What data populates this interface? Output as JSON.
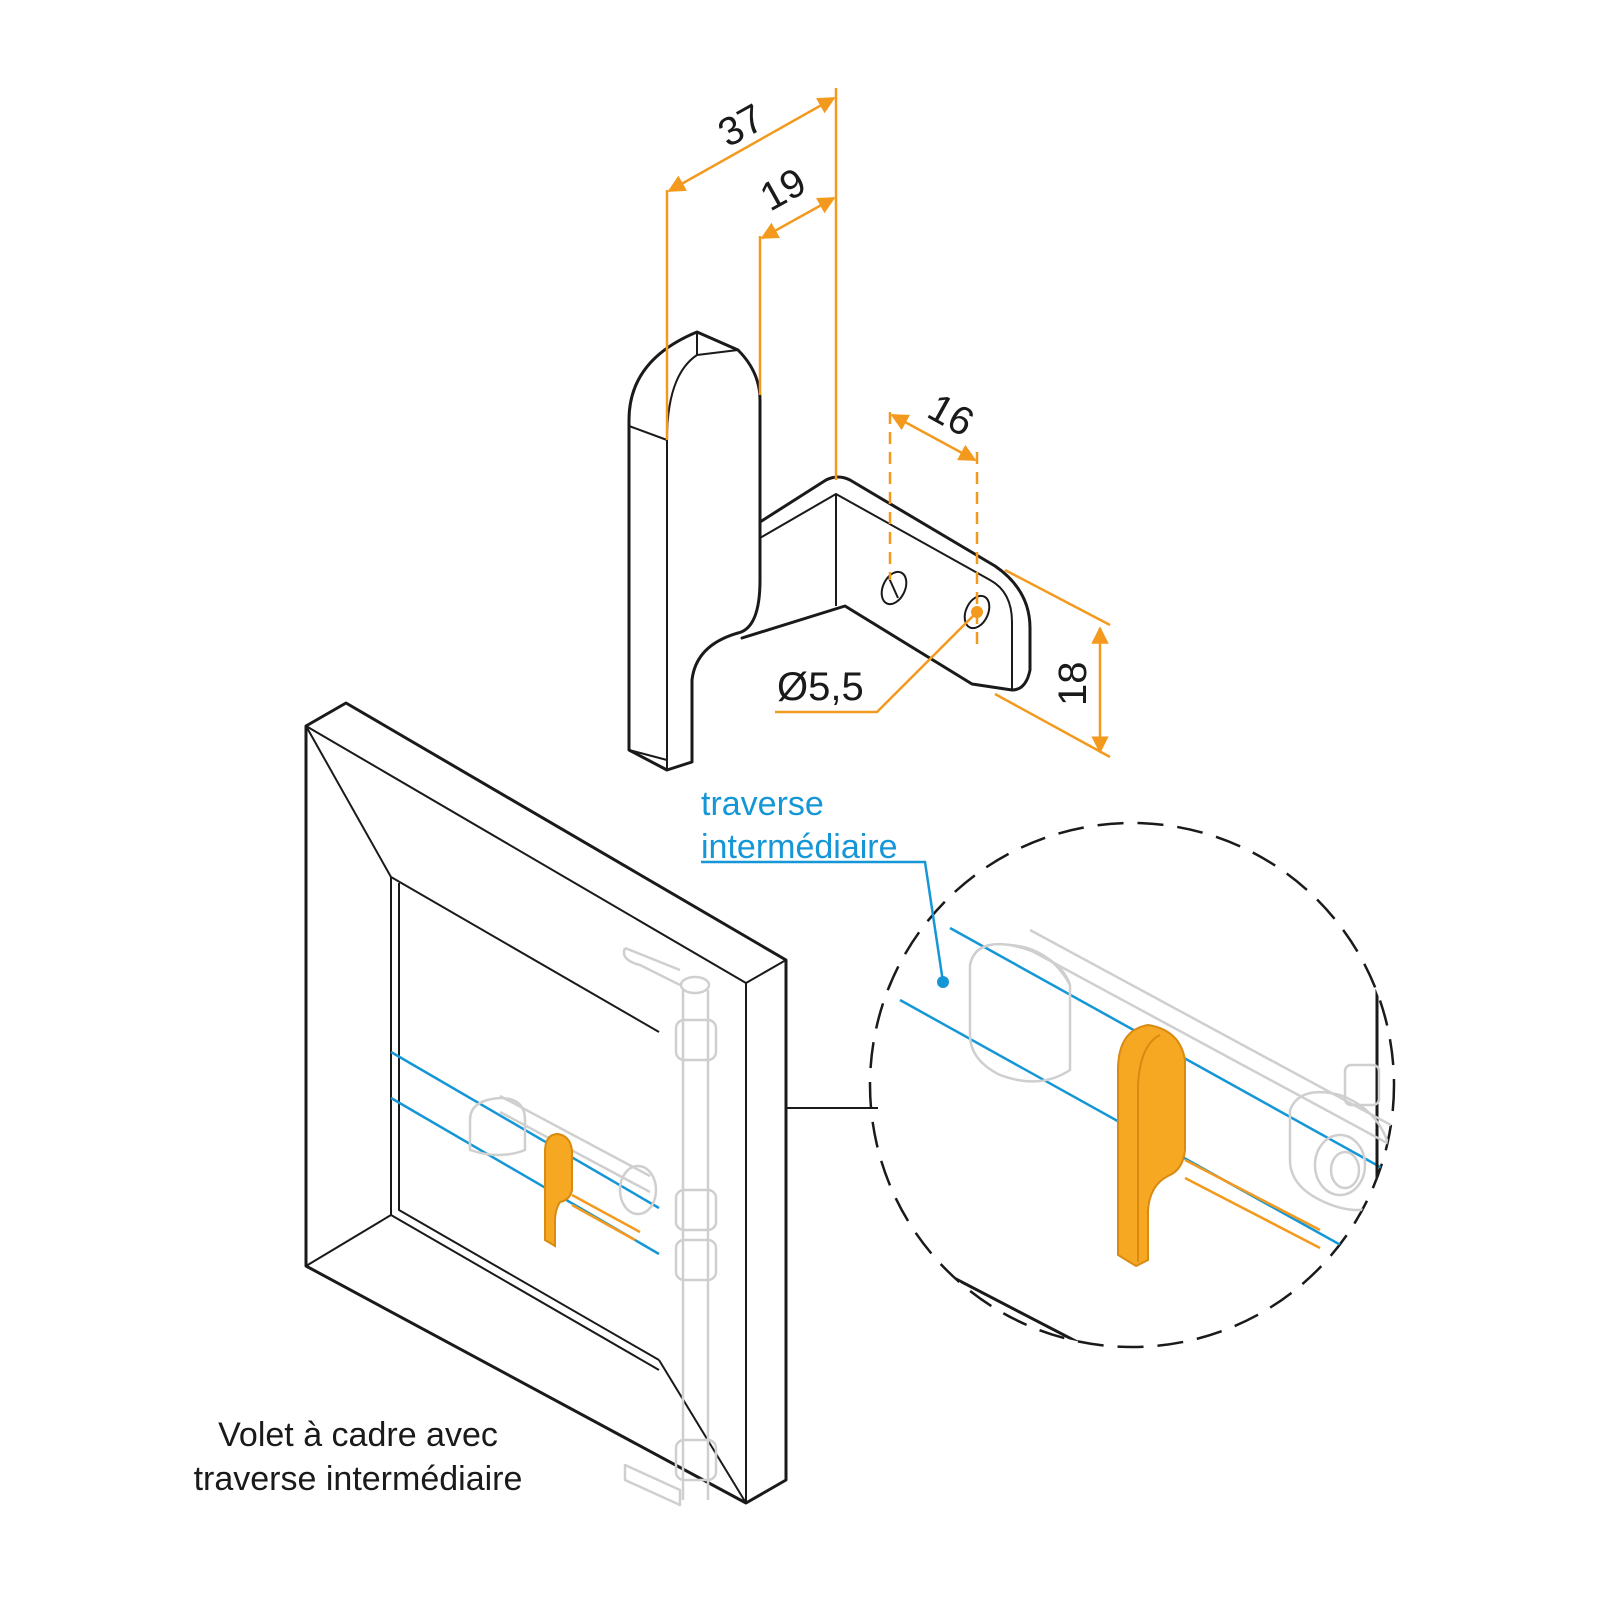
{
  "dimensions": {
    "d37": "37",
    "d19": "19",
    "d16": "16",
    "d18": "18",
    "hole": "Ø5,5"
  },
  "callout": {
    "line1": "traverse",
    "line2": "intermédiaire"
  },
  "caption": {
    "line1": "Volet à cadre avec",
    "line2": "traverse intermédiaire"
  },
  "colors": {
    "outline": "#1a1a1a",
    "dimension": "#f39a1e",
    "highlight": "#f6a823",
    "crossbar": "#1596d6",
    "ghost": "#cfcfcf"
  }
}
